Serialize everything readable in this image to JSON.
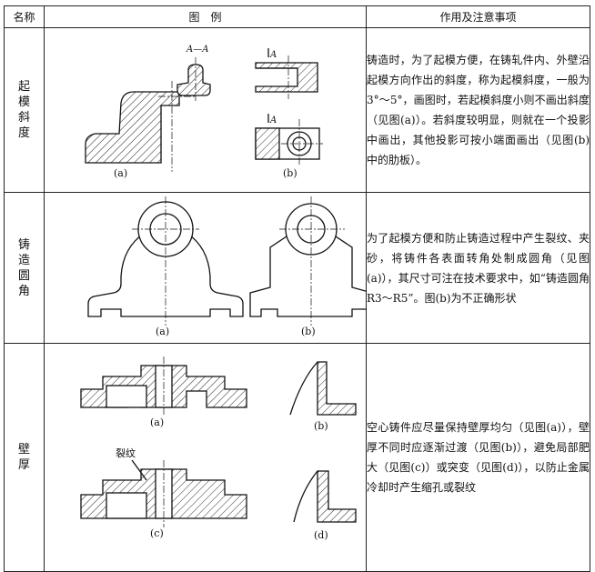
{
  "header": {
    "col_name": "名称",
    "col_figure": "图　例",
    "col_desc": "作用及注意事项"
  },
  "rows": [
    {
      "name": "起模斜度",
      "figure_labels": {
        "a": "(a)",
        "b": "(b)",
        "section": "A—A",
        "arrow1": "A",
        "arrow2": "A"
      },
      "desc": "铸造时，为了起模方便，在铸轧件内、外壁沿起模方向作出的斜度，称为起模斜度，一般为3°～5°，画图时，若起模斜度小则不画出斜度（见图(a)）。若斜度较明显，则就在一个投影中画出，其他投影可按小端面画出（见图(b)中的肋板）。"
    },
    {
      "name": "铸造圆角",
      "figure_labels": {
        "a": "(a)",
        "b": "(b)"
      },
      "desc": "为了起模方便和防止铸造过程中产生裂纹、夹砂，将铸件各表面转角处制成圆角（见图(a)），其尺寸可注在技术要求中，如“铸造圆角 R3～R5”。图(b)为不正确形状"
    },
    {
      "name": "壁厚",
      "figure_labels": {
        "a": "(a)",
        "b": "(b)",
        "c": "(c)",
        "d": "(d)",
        "crack": "裂纹"
      },
      "desc": "空心铸件应尽量保持壁厚均匀（见图(a)），壁厚不同时应逐渐过渡（见图(b)），避免局部肥大（见图(c)）或突变（见图(d)），以防止金属冷却时产生缩孔或裂纹"
    }
  ]
}
